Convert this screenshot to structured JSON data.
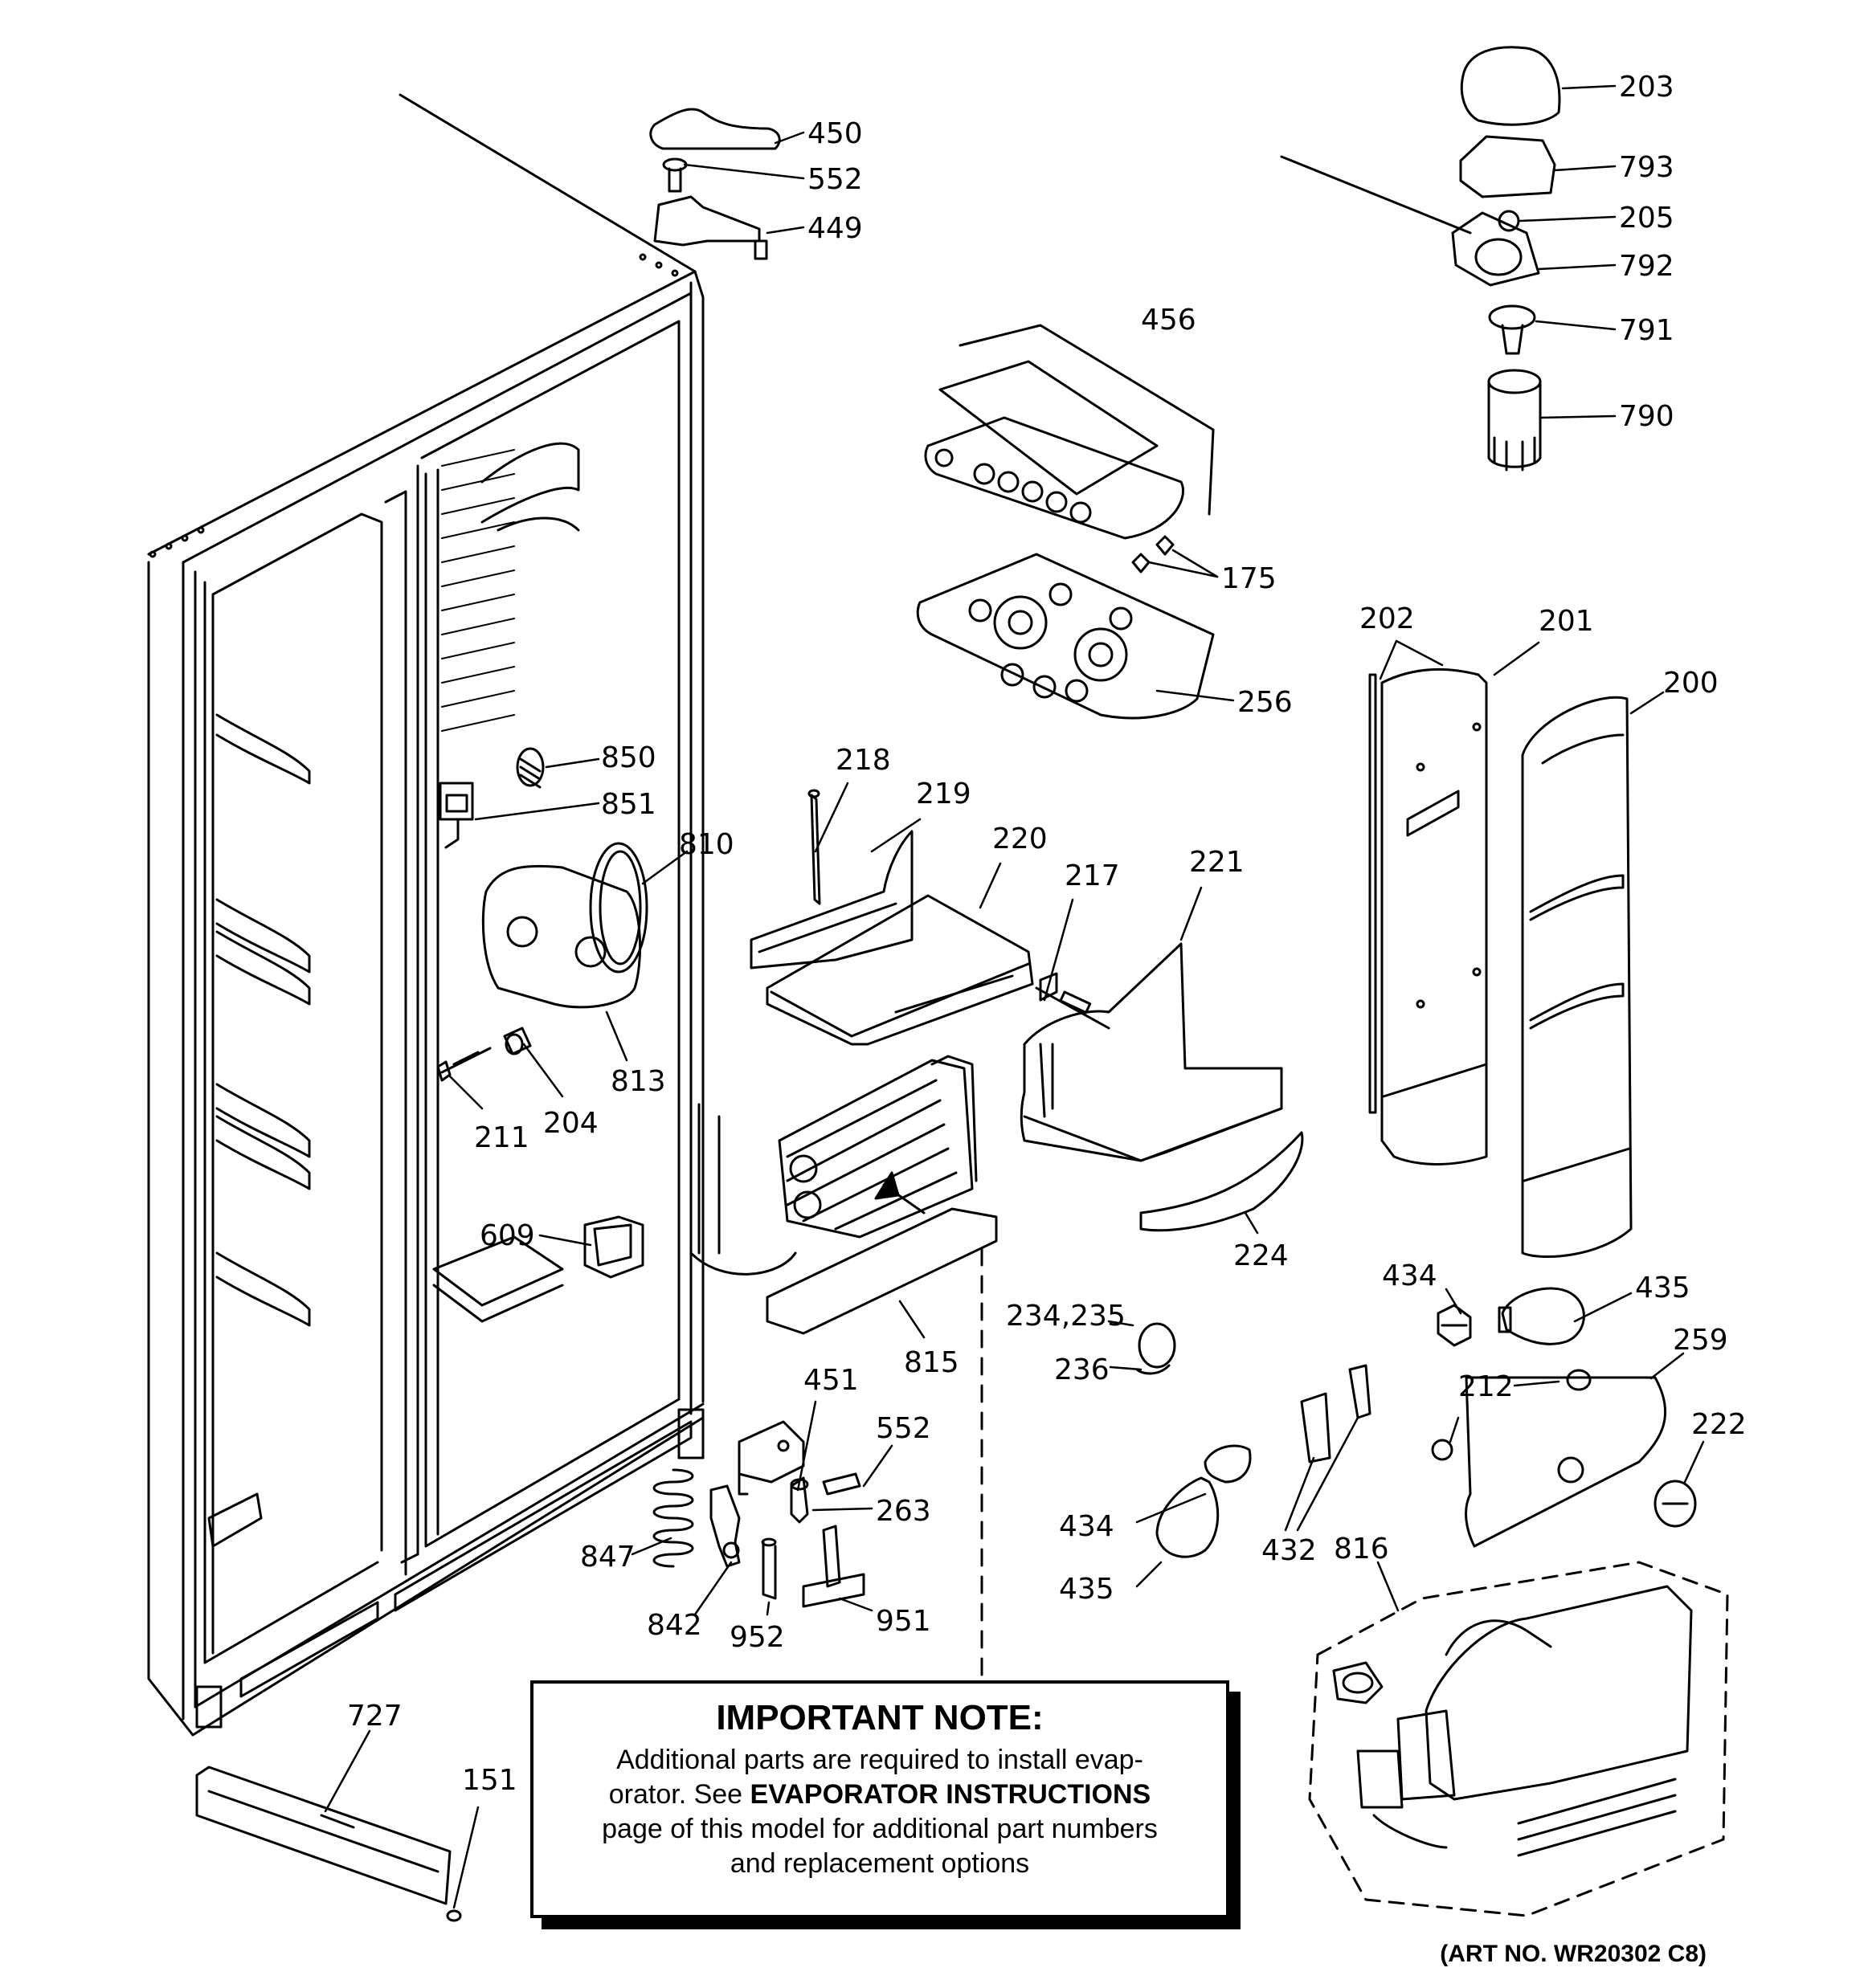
{
  "labels": {
    "l450": "450",
    "l552a": "552",
    "l449": "449",
    "l203": "203",
    "l793": "793",
    "l205": "205",
    "l792": "792",
    "l791": "791",
    "l790": "790",
    "l456": "456",
    "l175": "175",
    "l256": "256",
    "l202": "202",
    "l201": "201",
    "l200": "200",
    "l850": "850",
    "l851": "851",
    "l810": "810",
    "l218": "218",
    "l219": "219",
    "l220": "220",
    "l217": "217",
    "l221": "221",
    "l813": "813",
    "l204": "204",
    "l211": "211",
    "l609": "609",
    "l815": "815",
    "l224": "224",
    "l434a": "434",
    "l435a": "435",
    "l259": "259",
    "l212": "212",
    "l222": "222",
    "l234": "234,235",
    "l236": "236",
    "l451": "451",
    "l552b": "552",
    "l263": "263",
    "l847": "847",
    "l842": "842",
    "l952": "952",
    "l951": "951",
    "l434b": "434",
    "l435b": "435",
    "l432": "432",
    "l816": "816",
    "l727": "727",
    "l151": "151"
  },
  "note": {
    "title": "IMPORTANT NOTE:",
    "line1": "Additional parts are required to install evap-",
    "line2_pre": "orator.  See ",
    "line2_bold": "EVAPORATOR INSTRUCTIONS",
    "line3": "page of this model for additional part numbers",
    "line4": "and replacement options"
  },
  "art_number": "(ART NO. WR20302 C8)"
}
